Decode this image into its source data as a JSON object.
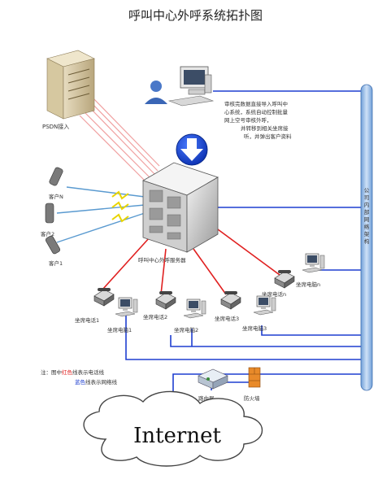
{
  "title": "呼叫中心外呼系统拓扑图",
  "psdn_label": "PSDN接入",
  "import_note": [
    "审核完数据直接导入呼叫中",
    "心系统，系统自动控制批量",
    "网上空号审核外呼，",
    "并转移到相关坐席接",
    "听，并弹出客户资料"
  ],
  "server_label": "呼叫中心外呼服务器",
  "clients": [
    "客户N",
    "客户2",
    "客户1"
  ],
  "phones": [
    "坐席电话1",
    "坐席电话2",
    "坐席电话3",
    "坐席电话n"
  ],
  "pcs": [
    "坐席电脑1",
    "坐席电脑2",
    "坐席电脑3",
    "坐席电脑n"
  ],
  "network_label": "公司内部网络架构",
  "router_label": "路由器",
  "firewall_label": "防火墙",
  "internet_label": "Internet",
  "legend": {
    "prefix": "注：图中",
    "red_word": "红色",
    "red_rest": "线表示电话线",
    "blue_word": "蓝色",
    "blue_rest": "线表示网络线"
  },
  "colors": {
    "phone_line": "#e02020",
    "network_line": "#1f3fd0",
    "backbone": "#9fbfe6"
  }
}
